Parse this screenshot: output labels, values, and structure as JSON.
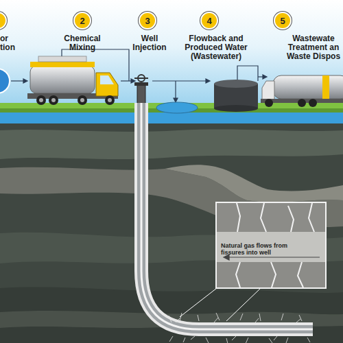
{
  "diagram": {
    "nodes": [
      {
        "text": [
          "or tion"
        ]
      },
      {
        "text": [
          "2",
          "Chemical Mixing"
        ]
      },
      {
        "text": [
          "3",
          "Well Injection"
        ]
      },
      {
        "text": [
          "4",
          "Flowback and Produced Water (Wastewater)"
        ]
      },
      {
        "text": [
          "5",
          "Wastewate Treatment an Waste Dispos"
        ]
      },
      {
        "text": [
          "Natural gas flows from fissures into well"
        ]
      }
    ]
  }
}
